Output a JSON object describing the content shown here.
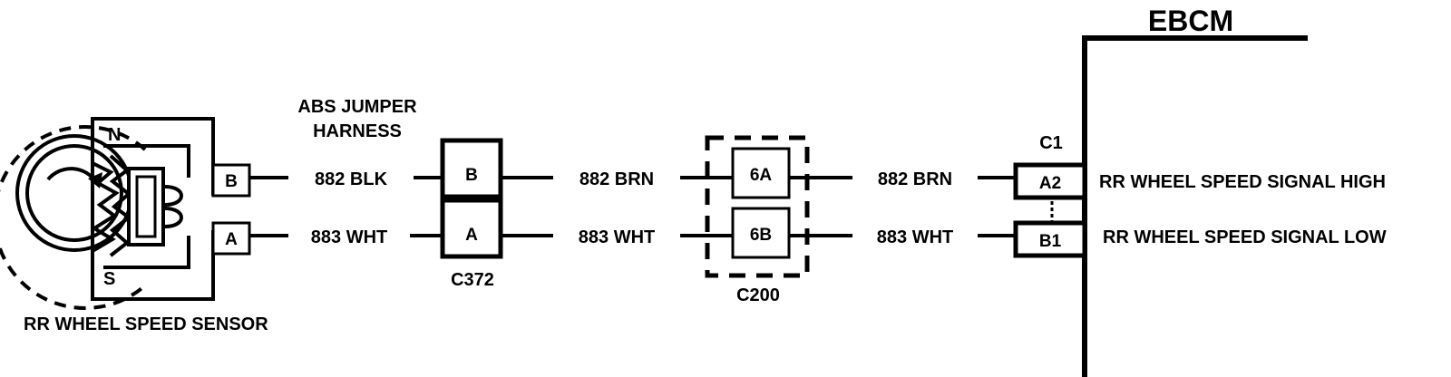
{
  "module": {
    "name": "EBCM",
    "connector": "C1",
    "pins": {
      "high": {
        "pin": "A2",
        "signal": "RR WHEEL SPEED SIGNAL HIGH"
      },
      "low": {
        "pin": "B1",
        "signal": "RR WHEEL SPEED SIGNAL LOW"
      }
    }
  },
  "sensor": {
    "name": "RR WHEEL SPEED SENSOR",
    "pole_north": "N",
    "pole_south": "S",
    "terminals": [
      "B",
      "A"
    ]
  },
  "harness": {
    "line1": "ABS JUMPER",
    "line2": "HARNESS"
  },
  "connectors": {
    "c372": {
      "name": "C372",
      "pins": [
        "B",
        "A"
      ]
    },
    "c200": {
      "name": "C200",
      "pins": [
        "6A",
        "6B"
      ]
    }
  },
  "wires": {
    "sensor_to_c372": {
      "top": "882 BLK",
      "bottom": "883 WHT"
    },
    "c372_to_c200": {
      "top": "882 BRN",
      "bottom": "883 WHT"
    },
    "c200_to_ebcm": {
      "top": "882 BRN",
      "bottom": "883 WHT"
    }
  }
}
